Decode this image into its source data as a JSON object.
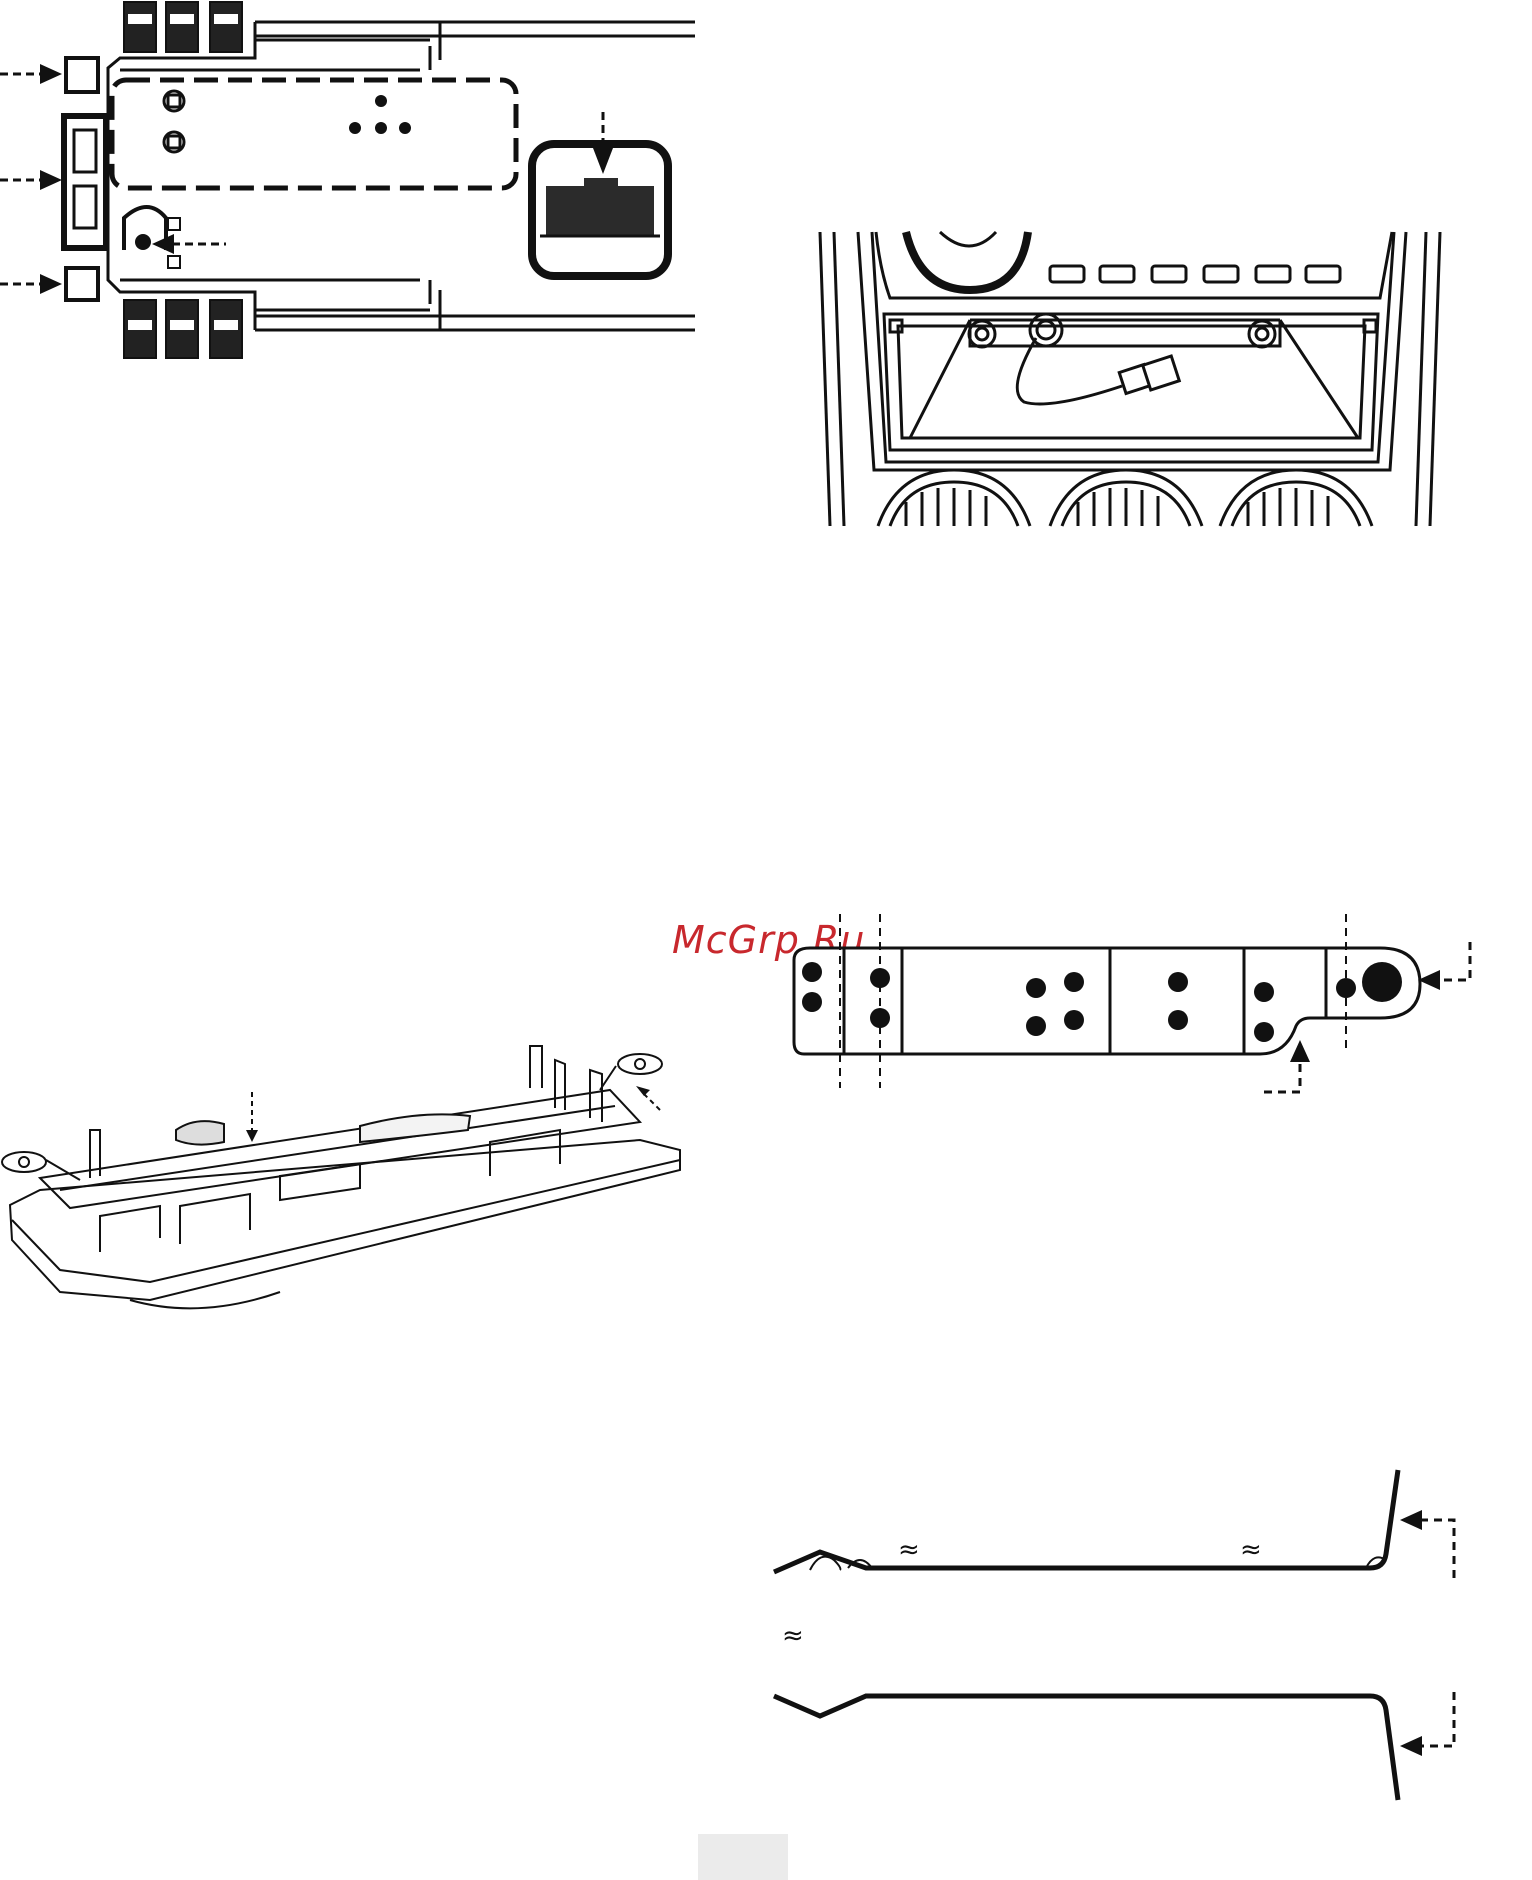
{
  "watermark": {
    "text": "McGrp.Ru",
    "color": "#c8282d"
  },
  "figures": [
    {
      "name": "mounting-sleeve-top-view",
      "icons": [
        "arrow-right-icon",
        "arrow-down-icon"
      ]
    },
    {
      "name": "dashboard-opening-with-cable",
      "icons": [
        "connector-icon",
        "air-vent-icon"
      ]
    },
    {
      "name": "radio-chassis-perspective",
      "icons": [
        "arrow-down-icon",
        "arrow-diagonal-icon"
      ]
    },
    {
      "name": "mounting-strap",
      "icons": [
        "arrow-left-icon",
        "arrow-up-icon"
      ]
    },
    {
      "name": "removal-keys-profile",
      "icons": [
        "arrow-left-icon"
      ]
    }
  ],
  "approx_symbol": "≈",
  "page_tab": {
    "color": "#ebebeb"
  }
}
